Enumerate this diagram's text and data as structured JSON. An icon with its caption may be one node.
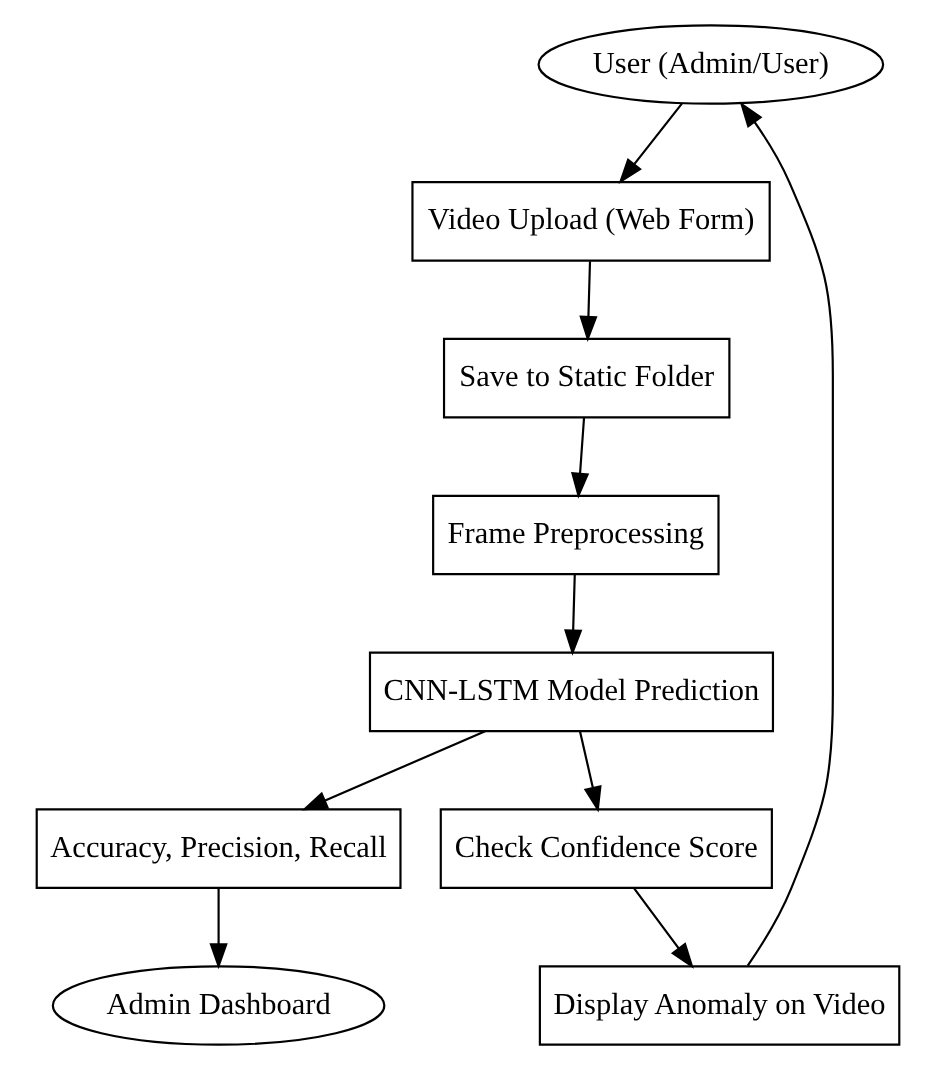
{
  "diagram": {
    "nodes": [
      {
        "text": [
          "User (Admin/User)"
        ]
      },
      {
        "text": [
          "Video Upload (Web Form)"
        ]
      },
      {
        "text": [
          "Save to Static Folder"
        ]
      },
      {
        "text": [
          "Frame Preprocessing"
        ]
      },
      {
        "text": [
          "CNN-LSTM Model Prediction"
        ]
      },
      {
        "text": [
          "Accuracy, Precision, Recall"
        ]
      },
      {
        "text": [
          "Check Confidence Score"
        ]
      },
      {
        "text": [
          "Admin Dashboard"
        ]
      },
      {
        "text": [
          "Display Anomaly on Video"
        ]
      }
    ],
    "edges": [
      {
        "from": 0,
        "to": 1,
        "arrow": "to"
      },
      {
        "from": 1,
        "to": 2,
        "arrow": "to"
      },
      {
        "from": 2,
        "to": 3,
        "arrow": "to"
      },
      {
        "from": 3,
        "to": 4,
        "arrow": "to"
      },
      {
        "from": 4,
        "to": 5,
        "arrow": "to"
      },
      {
        "from": 4,
        "to": 6,
        "arrow": "to"
      },
      {
        "from": 5,
        "to": 7,
        "arrow": "to"
      },
      {
        "from": 6,
        "to": 8,
        "arrow": "to"
      },
      {
        "from": 8,
        "to": 0,
        "arrow": "to"
      }
    ]
  }
}
